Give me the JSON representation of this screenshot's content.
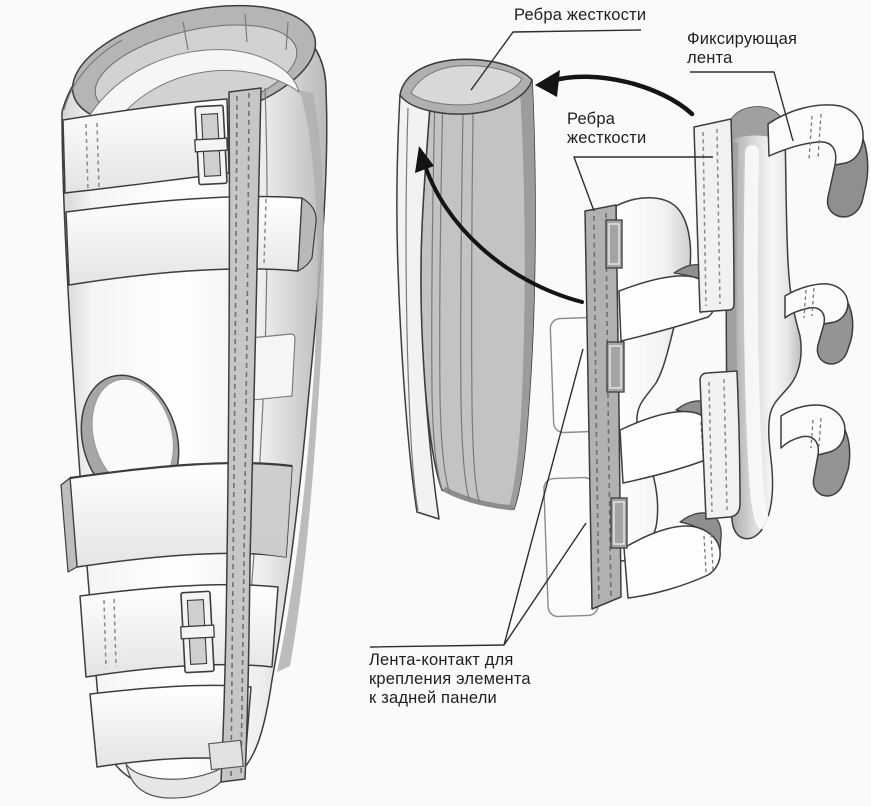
{
  "diagram": {
    "background": "#fafafa",
    "labels": {
      "ribs_top": {
        "text": "Ребра жесткости"
      },
      "fixing_tape": {
        "lines": [
          "Фиксирующая",
          "лента"
        ]
      },
      "ribs_side": {
        "lines": [
          "Ребра",
          "жесткости"
        ]
      },
      "contact_tape": {
        "lines": [
          "Лента-контакт для",
          "крепления элемента",
          "к задней панели"
        ]
      }
    },
    "colors": {
      "outline": "#3d3d3d",
      "label_text": "#1f1f1f",
      "arrow": "#141414",
      "leader": "#2e2e2e",
      "surface_white": "#fbfbfb",
      "surface_light": "#e9e9e9",
      "surface_gray": "#c3c3c3",
      "surface_dark": "#9c9c9c",
      "curl_dark": "#8f8f8f"
    }
  }
}
